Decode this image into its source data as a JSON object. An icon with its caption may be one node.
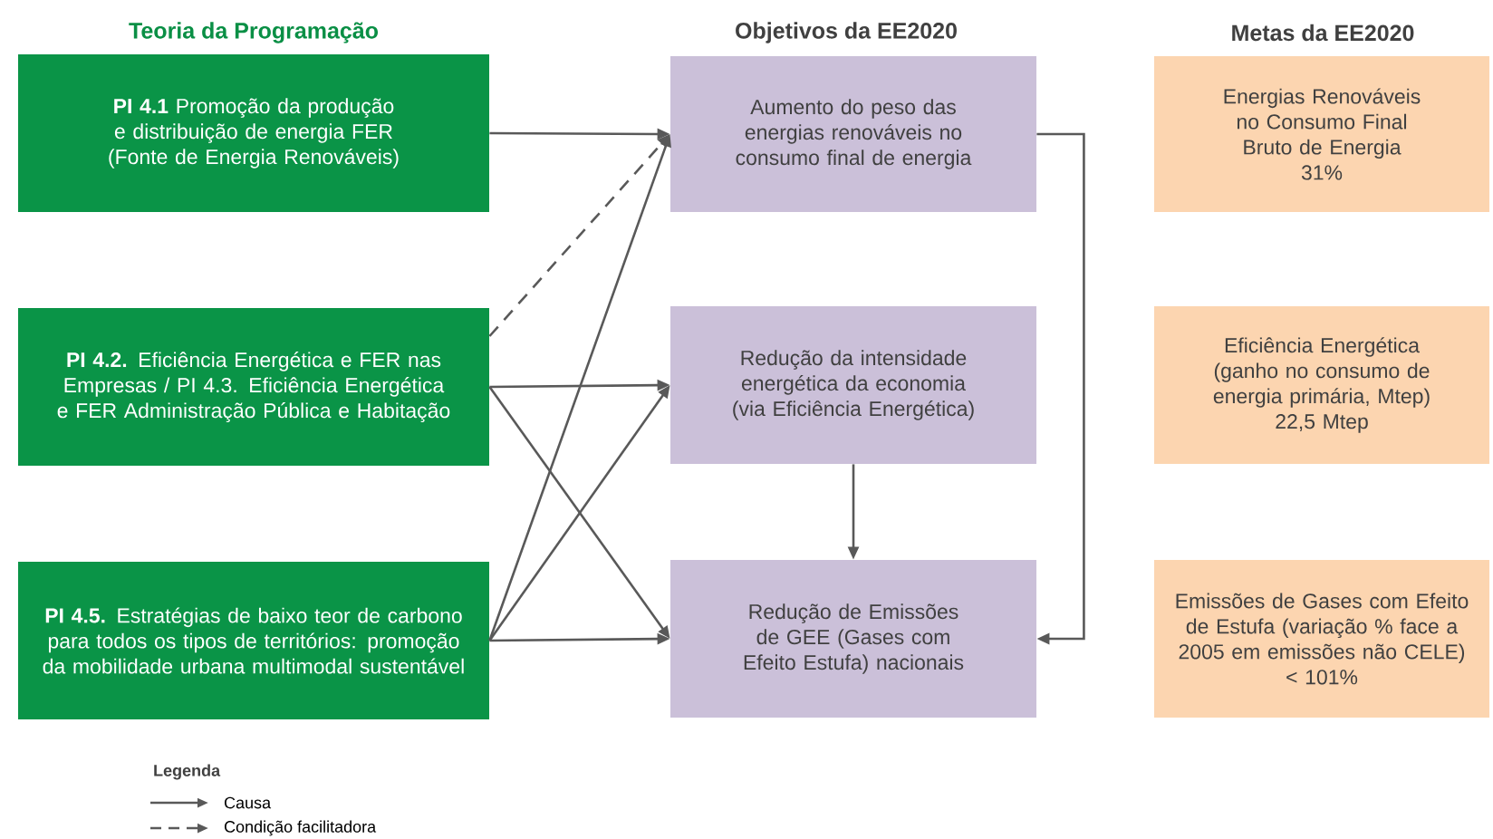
{
  "diagram": {
    "nodes": [
      {
        "text": [
          "**PI 4.1** Promoção da produção e distribuição de energia FER (Fonte de Energia Renováveis)"
        ]
      },
      {
        "text": [
          "**PI 4.2.** Eficiência Energética e FER nas Empresas / PI 4.3. Eficiência Energética e FER  Administração Pública e Habitação"
        ]
      },
      {
        "text": [
          "**PI 4.5.** Estratégias de baixo teor de carbono para todos os tipos de territórios: promoção da mobilidade urbana multimodal sustentável"
        ]
      },
      {
        "text": [
          "Aumento do peso das energias renováveis no consumo final de energia"
        ]
      },
      {
        "text": [
          "Redução da intensidade energética da economia (via Eficiência Energética)"
        ]
      },
      {
        "text": [
          "Redução de Emissões de GEE (Gases com Efeito Estufa) nacionais"
        ]
      },
      {
        "text": [
          "Energias Renováveis no Consumo Final Bruto de Energia",
          "31%"
        ]
      },
      {
        "text": [
          "Eficiência Energética (ganho no consumo de energia primária, Mtep)",
          "22,5 Mtep"
        ]
      },
      {
        "text": [
          "Emissões de Gases com Efeito de Estufa (variação % face a 2005 em emissões não CELE)",
          "< 101%"
        ]
      }
    ],
    "edges": [
      {
        "from": 0,
        "to": 3,
        "arrow": "to"
      },
      {
        "from": 1,
        "to": 3,
        "arrow": "to",
        "style": "dashed"
      },
      {
        "from": 1,
        "to": 4,
        "arrow": "to"
      },
      {
        "from": 1,
        "to": 5,
        "arrow": "to"
      },
      {
        "from": 2,
        "to": 3,
        "arrow": "to"
      },
      {
        "from": 2,
        "to": 4,
        "arrow": "to"
      },
      {
        "from": 2,
        "to": 5,
        "arrow": "to"
      },
      {
        "from": 4,
        "to": 5,
        "arrow": "to"
      },
      {
        "from": 3,
        "to": 5,
        "arrow": "to"
      }
    ],
    "labels": [
      "Teoria da Programação",
      "Objetivos da EE2020",
      "Metas da EE2020",
      "Legenda"
    ],
    "legend": [
      {
        "text": "Causa"
      },
      {
        "text": "Condição facilitadora"
      }
    ]
  }
}
